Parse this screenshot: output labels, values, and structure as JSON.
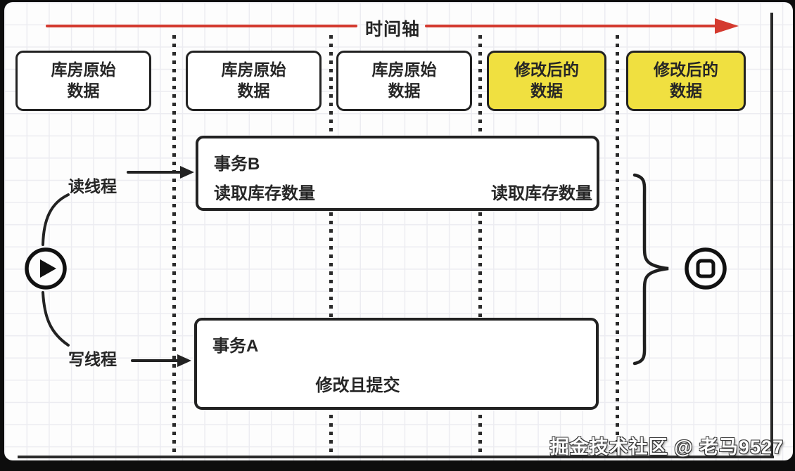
{
  "colors": {
    "accent_red": "#d43a2f",
    "highlight_yellow": "#f0e040",
    "stroke_dark": "#222222",
    "paper_grid": "#ececf1"
  },
  "timeline": {
    "label": "时间轴"
  },
  "phase_boxes": [
    {
      "line1": "库房原始",
      "line2": "数据",
      "variant": "white"
    },
    {
      "line1": "库房原始",
      "line2": "数据",
      "variant": "white"
    },
    {
      "line1": "库房原始",
      "line2": "数据",
      "variant": "white"
    },
    {
      "line1": "修改后的",
      "line2": "数据",
      "variant": "yellow"
    },
    {
      "line1": "修改后的",
      "line2": "数据",
      "variant": "yellow"
    }
  ],
  "transaction_b": {
    "title": "事务B",
    "action_left": "读取库存数量",
    "action_right": "读取库存数量"
  },
  "transaction_a": {
    "title": "事务A",
    "action": "修改且提交"
  },
  "threads": {
    "read_label": "读线程",
    "write_label": "写线程"
  },
  "icons": {
    "start": "play-circle",
    "end": "stop-circle"
  },
  "watermark": "掘金技术社区 @ 老马9527"
}
